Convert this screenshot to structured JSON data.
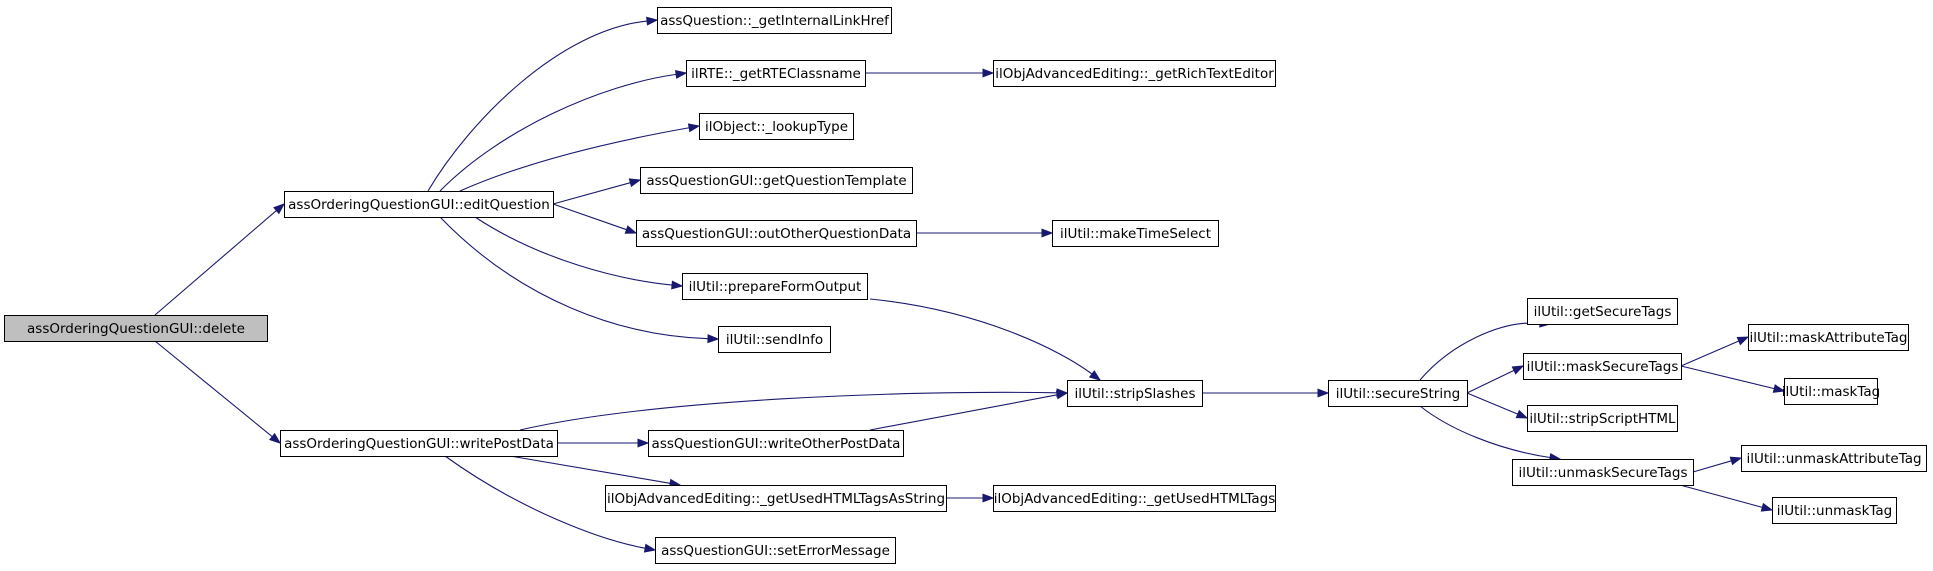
{
  "diagram": {
    "type": "call-graph",
    "nodes": [
      {
        "id": "n0",
        "label": "assOrderingQuestionGUI::delete",
        "root": true
      },
      {
        "id": "n1",
        "label": "assOrderingQuestionGUI::editQuestion"
      },
      {
        "id": "n2",
        "label": "assOrderingQuestionGUI::writePostData"
      },
      {
        "id": "n3",
        "label": "assQuestion::_getInternalLinkHref"
      },
      {
        "id": "n4",
        "label": "ilRTE::_getRTEClassname"
      },
      {
        "id": "n5",
        "label": "ilObjAdvancedEditing::_getRichTextEditor"
      },
      {
        "id": "n6",
        "label": "ilObject::_lookupType"
      },
      {
        "id": "n7",
        "label": "assQuestionGUI::getQuestionTemplate"
      },
      {
        "id": "n8",
        "label": "assQuestionGUI::outOtherQuestionData"
      },
      {
        "id": "n9",
        "label": "ilUtil::makeTimeSelect"
      },
      {
        "id": "n10",
        "label": "ilUtil::prepareFormOutput"
      },
      {
        "id": "n11",
        "label": "ilUtil::sendInfo"
      },
      {
        "id": "n12",
        "label": "ilUtil::stripSlashes"
      },
      {
        "id": "n13",
        "label": "assQuestionGUI::writeOtherPostData"
      },
      {
        "id": "n14",
        "label": "ilObjAdvancedEditing::_getUsedHTMLTagsAsString"
      },
      {
        "id": "n15",
        "label": "ilObjAdvancedEditing::_getUsedHTMLTags"
      },
      {
        "id": "n16",
        "label": "assQuestionGUI::setErrorMessage"
      },
      {
        "id": "n17",
        "label": "ilUtil::secureString"
      },
      {
        "id": "n18",
        "label": "ilUtil::getSecureTags"
      },
      {
        "id": "n19",
        "label": "ilUtil::maskSecureTags"
      },
      {
        "id": "n20",
        "label": "ilUtil::stripScriptHTML"
      },
      {
        "id": "n21",
        "label": "ilUtil::unmaskSecureTags"
      },
      {
        "id": "n22",
        "label": "ilUtil::maskAttributeTag"
      },
      {
        "id": "n23",
        "label": "ilUtil::maskTag"
      },
      {
        "id": "n24",
        "label": "ilUtil::unmaskAttributeTag"
      },
      {
        "id": "n25",
        "label": "ilUtil::unmaskTag"
      }
    ],
    "edges": [
      {
        "from": "n0",
        "to": "n1"
      },
      {
        "from": "n0",
        "to": "n2"
      },
      {
        "from": "n1",
        "to": "n3"
      },
      {
        "from": "n1",
        "to": "n4"
      },
      {
        "from": "n1",
        "to": "n6"
      },
      {
        "from": "n1",
        "to": "n7"
      },
      {
        "from": "n1",
        "to": "n8"
      },
      {
        "from": "n1",
        "to": "n10"
      },
      {
        "from": "n1",
        "to": "n11"
      },
      {
        "from": "n4",
        "to": "n5"
      },
      {
        "from": "n8",
        "to": "n9"
      },
      {
        "from": "n10",
        "to": "n12"
      },
      {
        "from": "n2",
        "to": "n12"
      },
      {
        "from": "n2",
        "to": "n13"
      },
      {
        "from": "n2",
        "to": "n14"
      },
      {
        "from": "n2",
        "to": "n16"
      },
      {
        "from": "n13",
        "to": "n12"
      },
      {
        "from": "n14",
        "to": "n15"
      },
      {
        "from": "n12",
        "to": "n17"
      },
      {
        "from": "n17",
        "to": "n18"
      },
      {
        "from": "n17",
        "to": "n19"
      },
      {
        "from": "n17",
        "to": "n20"
      },
      {
        "from": "n17",
        "to": "n21"
      },
      {
        "from": "n19",
        "to": "n22"
      },
      {
        "from": "n19",
        "to": "n23"
      },
      {
        "from": "n21",
        "to": "n24"
      },
      {
        "from": "n21",
        "to": "n25"
      }
    ]
  }
}
